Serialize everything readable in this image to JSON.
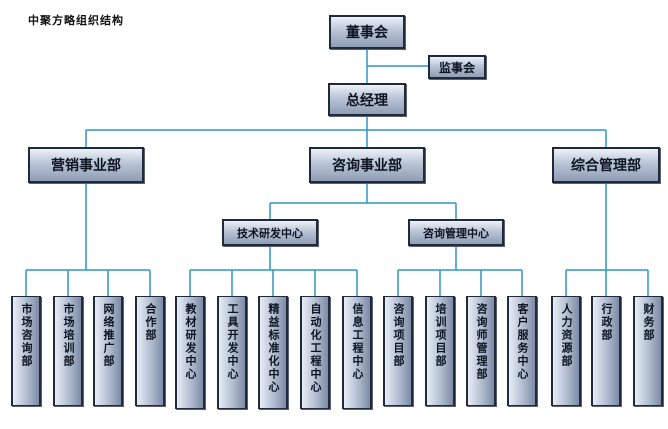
{
  "title": "中聚方略组织结构",
  "nodes": {
    "board": "董事会",
    "supervisor": "监事会",
    "gm": "总经理",
    "marketing": "营销事业部",
    "consulting": "咨询事业部",
    "admin": "综合管理部",
    "tech_center": "技术研发中心",
    "consult_mgmt_center": "咨询管理中心"
  },
  "leaves": [
    {
      "id": "market-consult",
      "label": "市场咨询部"
    },
    {
      "id": "market-training",
      "label": "市场培训部"
    },
    {
      "id": "web-promo",
      "label": "网络推广部"
    },
    {
      "id": "cooperation",
      "label": "合作部"
    },
    {
      "id": "textbook-dev",
      "label": "教材研发中心"
    },
    {
      "id": "tool-dev",
      "label": "工具开发中心"
    },
    {
      "id": "lean-std",
      "label": "精益标准化中心"
    },
    {
      "id": "automation",
      "label": "自动化工程中心"
    },
    {
      "id": "info-eng",
      "label": "信息工程中心"
    },
    {
      "id": "consult-project",
      "label": "咨询项目部"
    },
    {
      "id": "training-project",
      "label": "培训项目部"
    },
    {
      "id": "consultant-mgmt",
      "label": "咨询师管理部"
    },
    {
      "id": "customer-service",
      "label": "客户服务中心"
    },
    {
      "id": "hr",
      "label": "人力资源部"
    },
    {
      "id": "administration",
      "label": "行政部"
    },
    {
      "id": "finance",
      "label": "财务部"
    }
  ],
  "colors": {
    "line": "#2e96c8",
    "border": "#1f2a3d"
  }
}
